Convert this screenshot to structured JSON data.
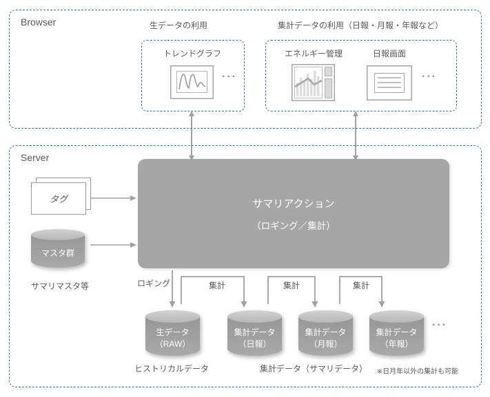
{
  "colors": {
    "zone_border": "#2f73a7",
    "panel_gray": "#a6a6a6",
    "text_gray": "#595959",
    "arrow_gray": "#a0a0a0",
    "cylinder_dark": "#979797",
    "cylinder_light": "#d2d2d2"
  },
  "browser": {
    "label": "Browser",
    "raw_usage": {
      "title": "生データの利用",
      "app": "トレンドグラフ",
      "app_icon": "trend-graph-icon",
      "more": "···"
    },
    "agg_usage": {
      "title": "集計データの利用（日報・月報・年報など）",
      "apps": [
        "エネルギー管理",
        "日報画面"
      ],
      "app_icons": [
        "energy-dashboard-icon",
        "daily-report-icon"
      ],
      "more": "···"
    }
  },
  "server": {
    "label": "Server",
    "tags": "タグ",
    "master": "マスタ群",
    "master_caption": "サマリマスタ等",
    "action_line1": "サマリアクション",
    "action_line2": "（ロギング／集計）",
    "flow_logging": "ロギング",
    "flow_agg": [
      "集計",
      "集計",
      "集計"
    ],
    "databases": [
      {
        "line1": "生データ",
        "line2": "（RAW）"
      },
      {
        "line1": "集計データ",
        "line2": "（日報）"
      },
      {
        "line1": "集計データ",
        "line2": "（月報）"
      },
      {
        "line1": "集計データ",
        "line2": "（年報）"
      }
    ],
    "more": "···",
    "caption_historical": "ヒストリカルデータ",
    "caption_summary": "集計データ（サマリデータ）",
    "caption_note": "※日月年以外の集計も可能"
  }
}
